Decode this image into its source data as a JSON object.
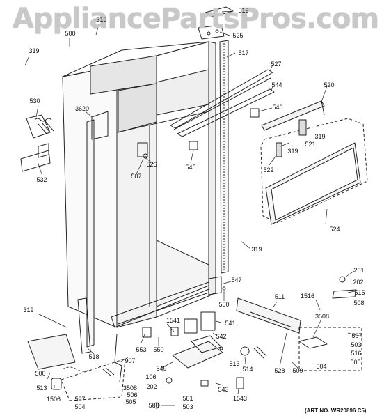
{
  "watermark": "AppliancePartsPros.com",
  "art_number": "(ART NO. WR20896 C5)",
  "callouts": {
    "p319a": "319",
    "p319b": "319",
    "p319c": "319",
    "p319d": "319",
    "p319e": "319",
    "p319f": "319",
    "p519": "519",
    "p525": "525",
    "p517": "517",
    "p500a": "500",
    "p500b": "500",
    "p527": "527",
    "p544": "544",
    "p546": "546",
    "p520": "520",
    "p530": "530",
    "p3620": "3620",
    "p532": "532",
    "p526": "526",
    "p507a": "507",
    "p545": "545",
    "p522": "522",
    "p521": "521",
    "p524": "524",
    "p547": "547",
    "p550a": "550",
    "p201": "201",
    "p202a": "202",
    "p515": "515",
    "p508a": "508",
    "p511": "511",
    "p1516": "1516",
    "p3508a": "3508",
    "p507b": "507",
    "p503a": "503",
    "p516": "516",
    "p505a": "505",
    "p504a": "504",
    "p541": "541",
    "p1541": "1541",
    "p542": "542",
    "p553": "553",
    "p550b": "550",
    "p518": "518",
    "p907": "907",
    "p513a": "513",
    "p514": "514",
    "p528": "528",
    "p509": "509",
    "p549": "549",
    "p106": "106",
    "p202b": "202",
    "p543": "543",
    "p1543": "1543",
    "p508b": "508",
    "p501": "501",
    "p503b": "503",
    "p513b": "513",
    "p1506": "1506",
    "p507c": "507",
    "p504b": "504",
    "p3508b": "3508",
    "p506": "506",
    "p505b": "505"
  }
}
